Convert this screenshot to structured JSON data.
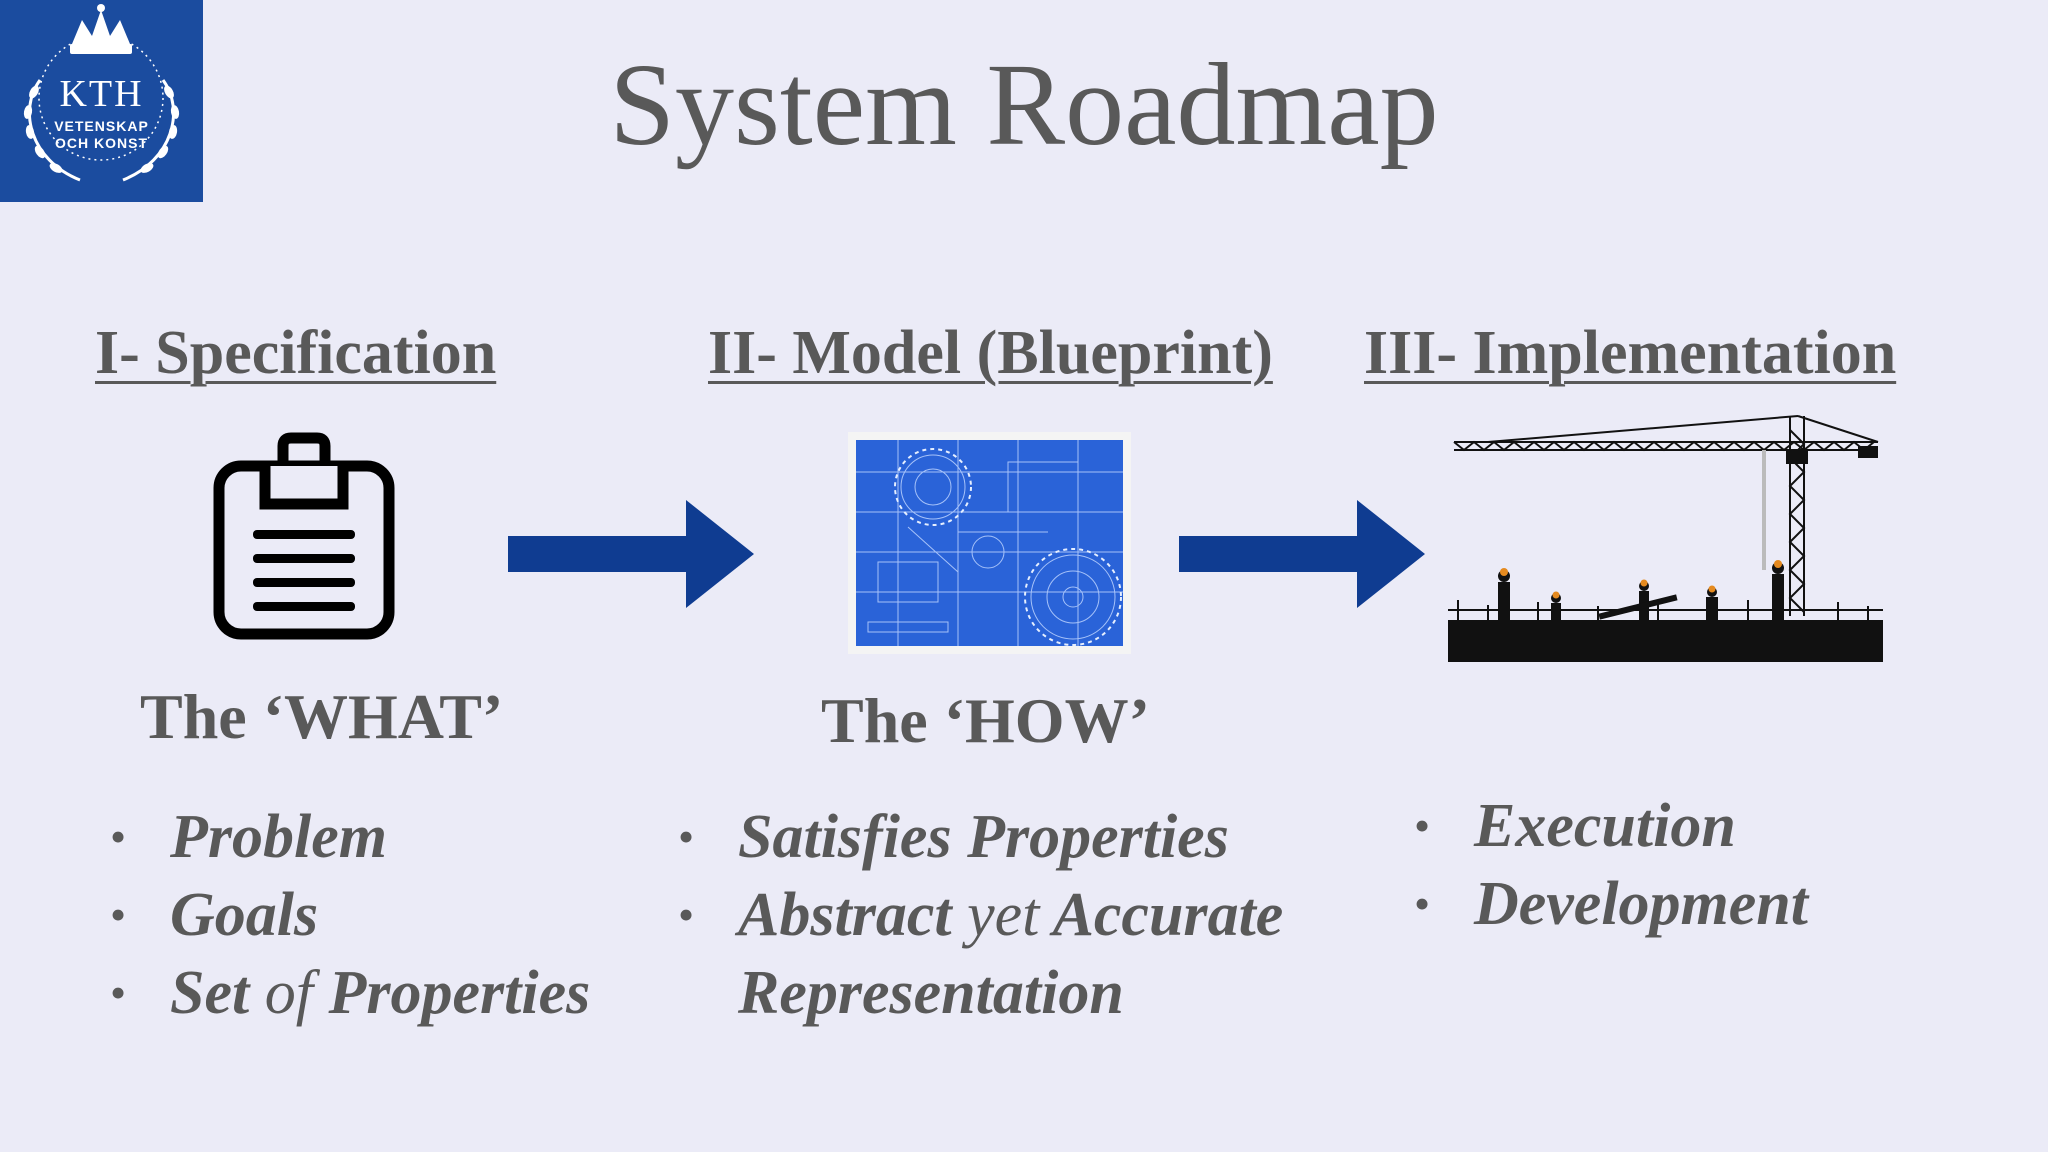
{
  "logo": {
    "main": "KTH",
    "line1": "VETENSKAP",
    "line2": "OCH KONST"
  },
  "title": "System Roadmap",
  "columns": [
    {
      "heading": "I- Specification",
      "subhead": "The ‘WHAT’",
      "bullets": [
        "Problem",
        "Goals"
      ],
      "bullet3_a": "Set",
      "bullet3_b": "of",
      "bullet3_c": "Properties",
      "icon": "clipboard-icon"
    },
    {
      "heading": "II- Model (Blueprint)",
      "subhead": "The ‘HOW’",
      "bullet1": "Satisfies Properties",
      "bullet2_a": "Abstract",
      "bullet2_b": "yet",
      "bullet2_c": "Accurate",
      "bullet2_cont": "Representation",
      "icon": "blueprint-image"
    },
    {
      "heading": "III- Implementation",
      "bullets": [
        "Execution",
        "Development"
      ],
      "icon": "construction-site-image"
    }
  ],
  "bullet_glyph": "•",
  "colors": {
    "background": "#ebebf7",
    "text": "#595959",
    "arrow": "#0f3c91",
    "logo": "#1b4c9f"
  }
}
